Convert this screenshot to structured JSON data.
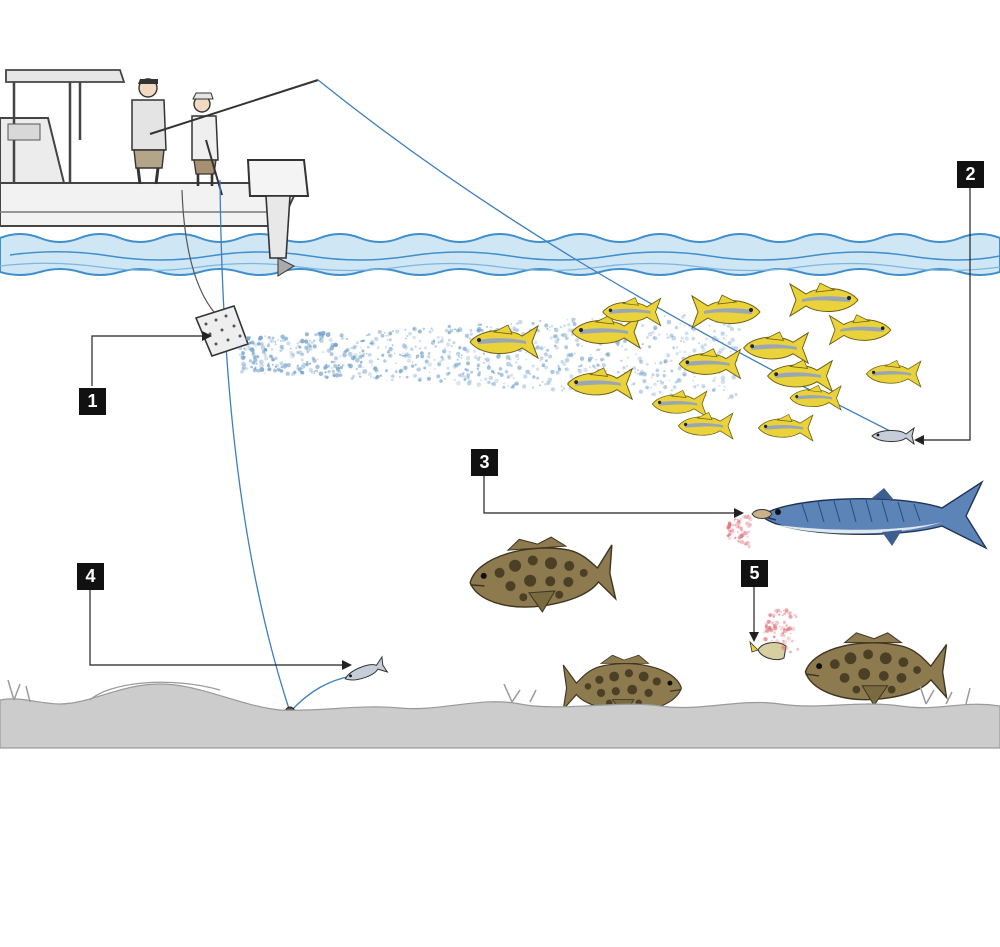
{
  "callouts": [
    {
      "id": "chum-bag",
      "label": "1"
    },
    {
      "id": "live-bait-in-school",
      "label": "2"
    },
    {
      "id": "mackerel-strike",
      "label": "3"
    },
    {
      "id": "bottom-bait",
      "label": "4"
    },
    {
      "id": "grouper-eats-scraps",
      "label": "5"
    }
  ],
  "colors": {
    "water": "#cfe6f5",
    "water_line": "#3f8fcc",
    "fishing_line": "#3d7fc0",
    "chum": "#6f9ec8",
    "yellowtail_body": "#e9d23a",
    "yellowtail_stripe": "#9aa6b4",
    "mackerel": "#5d84b8",
    "grouper": "#8d7a4e",
    "grouper_spots": "#4b3f26",
    "seabed": "#cccccc",
    "callout_bg": "#111111",
    "callout_text": "#ffffff",
    "blood": "#e0707a"
  },
  "icons": [
    "boat-icon",
    "angler-icon",
    "outboard-motor-icon",
    "chum-bag-icon",
    "yellowtail-snapper-icon",
    "kingfish-icon",
    "grouper-icon",
    "baitfish-icon",
    "sinker-icon"
  ]
}
